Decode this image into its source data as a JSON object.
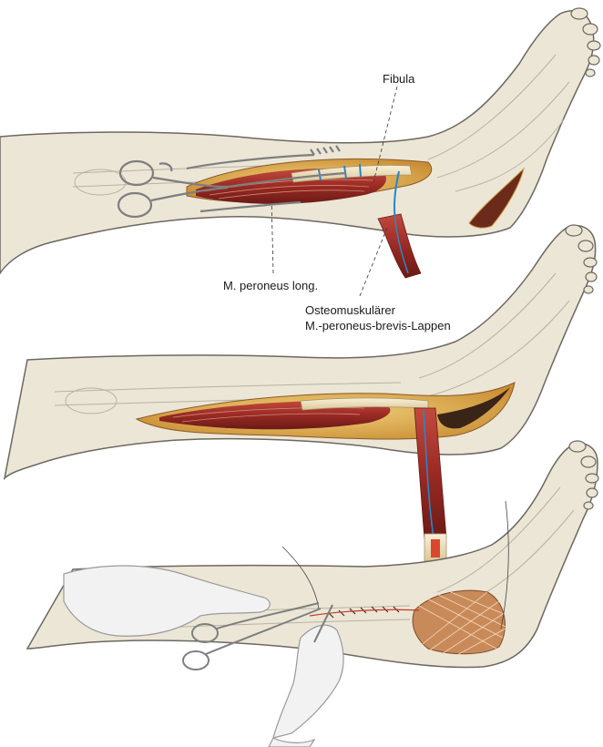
{
  "labels": {
    "fibula": "Fibula",
    "peroneus_long": "M. peroneus long.",
    "flap_line1": "Osteomuskulärer",
    "flap_line2": "M.-peroneus-brevis-Lappen"
  },
  "colors": {
    "skin": "#ece6d6",
    "skin_outline": "#6d6860",
    "muscle": "#a6302a",
    "muscle_dark": "#6b1a16",
    "fat": "#e7b95a",
    "bone": "#efe3c4",
    "vessel_blue": "#2a86c8",
    "glove": "#f2f2f2",
    "instrument": "#8a8a8a"
  },
  "panels": [
    {
      "name": "panel-dissection",
      "state": "fibula exposed, retractor placed"
    },
    {
      "name": "panel-harvest",
      "state": "osteomuscular flap raised"
    },
    {
      "name": "panel-closure",
      "state": "flap transposed, wound closure"
    }
  ]
}
